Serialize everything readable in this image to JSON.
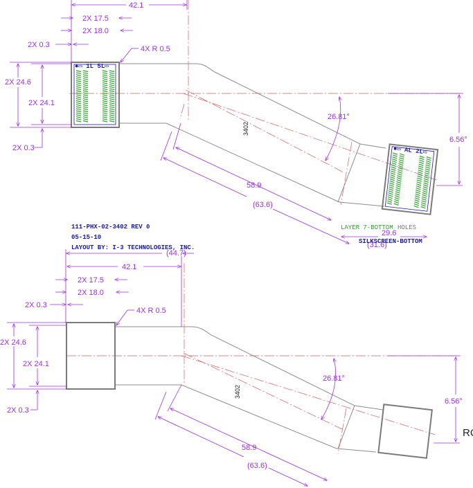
{
  "colors": {
    "dimension": "#9b30e0",
    "centerline": "#d06060",
    "outline": "#8c8c8c",
    "pads": "#2aa02a",
    "title_text": "#1a1aa0"
  },
  "upper_view": {
    "width_42_1": "42.1",
    "pitch_17_5": "2X 17.5",
    "pitch_18_0": "2X 18.0",
    "edge_0_3_top": "2X 0.3",
    "radius": "4X R 0.5",
    "height_24_6": "2X 24.6",
    "height_24_1": "2X 24.1",
    "edge_0_3_bottom": "2X 0.3",
    "angle": "26.81°",
    "part_label": "3402",
    "offset_angle": "6.56°",
    "length_58_9": "58.9",
    "length_63_6": "(63.6)",
    "width_29_6": "29.6",
    "width_31_6": "(31.6)",
    "layer_label": "LAYER 7-BOTTOM",
    "holes_label": "HOLES",
    "silkscreen_label": "SILKSCREEN-BOTTOM",
    "connector_a_marks": "●▭ 1L 5L▭",
    "connector_b_marks": "●▭ AL 2L▭"
  },
  "title_block": {
    "line1": "111-PHX-02-3402 REV 0",
    "line2": "05-15-10",
    "line3": "LAYOUT BY: I-3 TECHNOLOGIES, INC."
  },
  "lower_view": {
    "width_44_7": "(44.7)",
    "width_42_1": "42.1",
    "pitch_17_5": "2X 17.5",
    "pitch_18_0": "2X 18.0",
    "edge_0_3_top": "2X 0.3",
    "radius": "4X R 0.5",
    "height_24_6": "2X 24.6",
    "height_24_1": "2X 24.1",
    "edge_0_3_bottom": "2X 0.3",
    "angle": "26.81°",
    "part_label": "3402",
    "offset_angle": "6.56°",
    "length_58_9": "58.9",
    "length_63_6": "(63.6)",
    "edge_fragment": "RC"
  }
}
